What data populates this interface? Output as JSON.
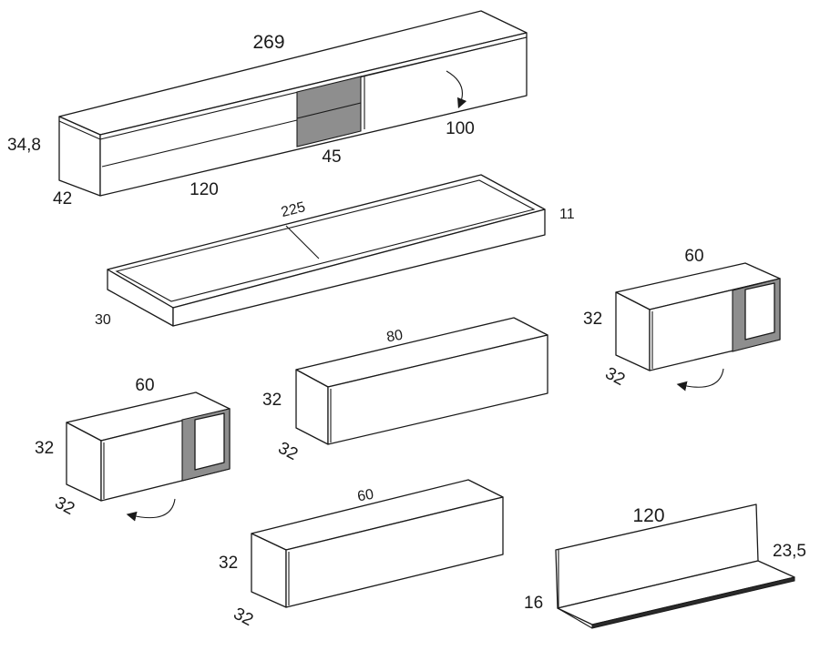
{
  "tv_unit": {
    "width": "269",
    "height": "34,8",
    "depth": "42",
    "drawer_width": "120",
    "open_width": "45",
    "door_width": "100"
  },
  "tray": {
    "width": "225",
    "height": "11",
    "depth": "30"
  },
  "cabinet_right": {
    "width": "60",
    "height": "32",
    "depth": "32"
  },
  "cabinet_80": {
    "width": "80",
    "height": "32",
    "depth": "32"
  },
  "cabinet_left": {
    "width": "60",
    "height": "32",
    "depth": "32"
  },
  "cabinet_60": {
    "width": "60",
    "height": "32",
    "depth": "32"
  },
  "shelf": {
    "width": "120",
    "depth": "23,5",
    "height": "16"
  }
}
